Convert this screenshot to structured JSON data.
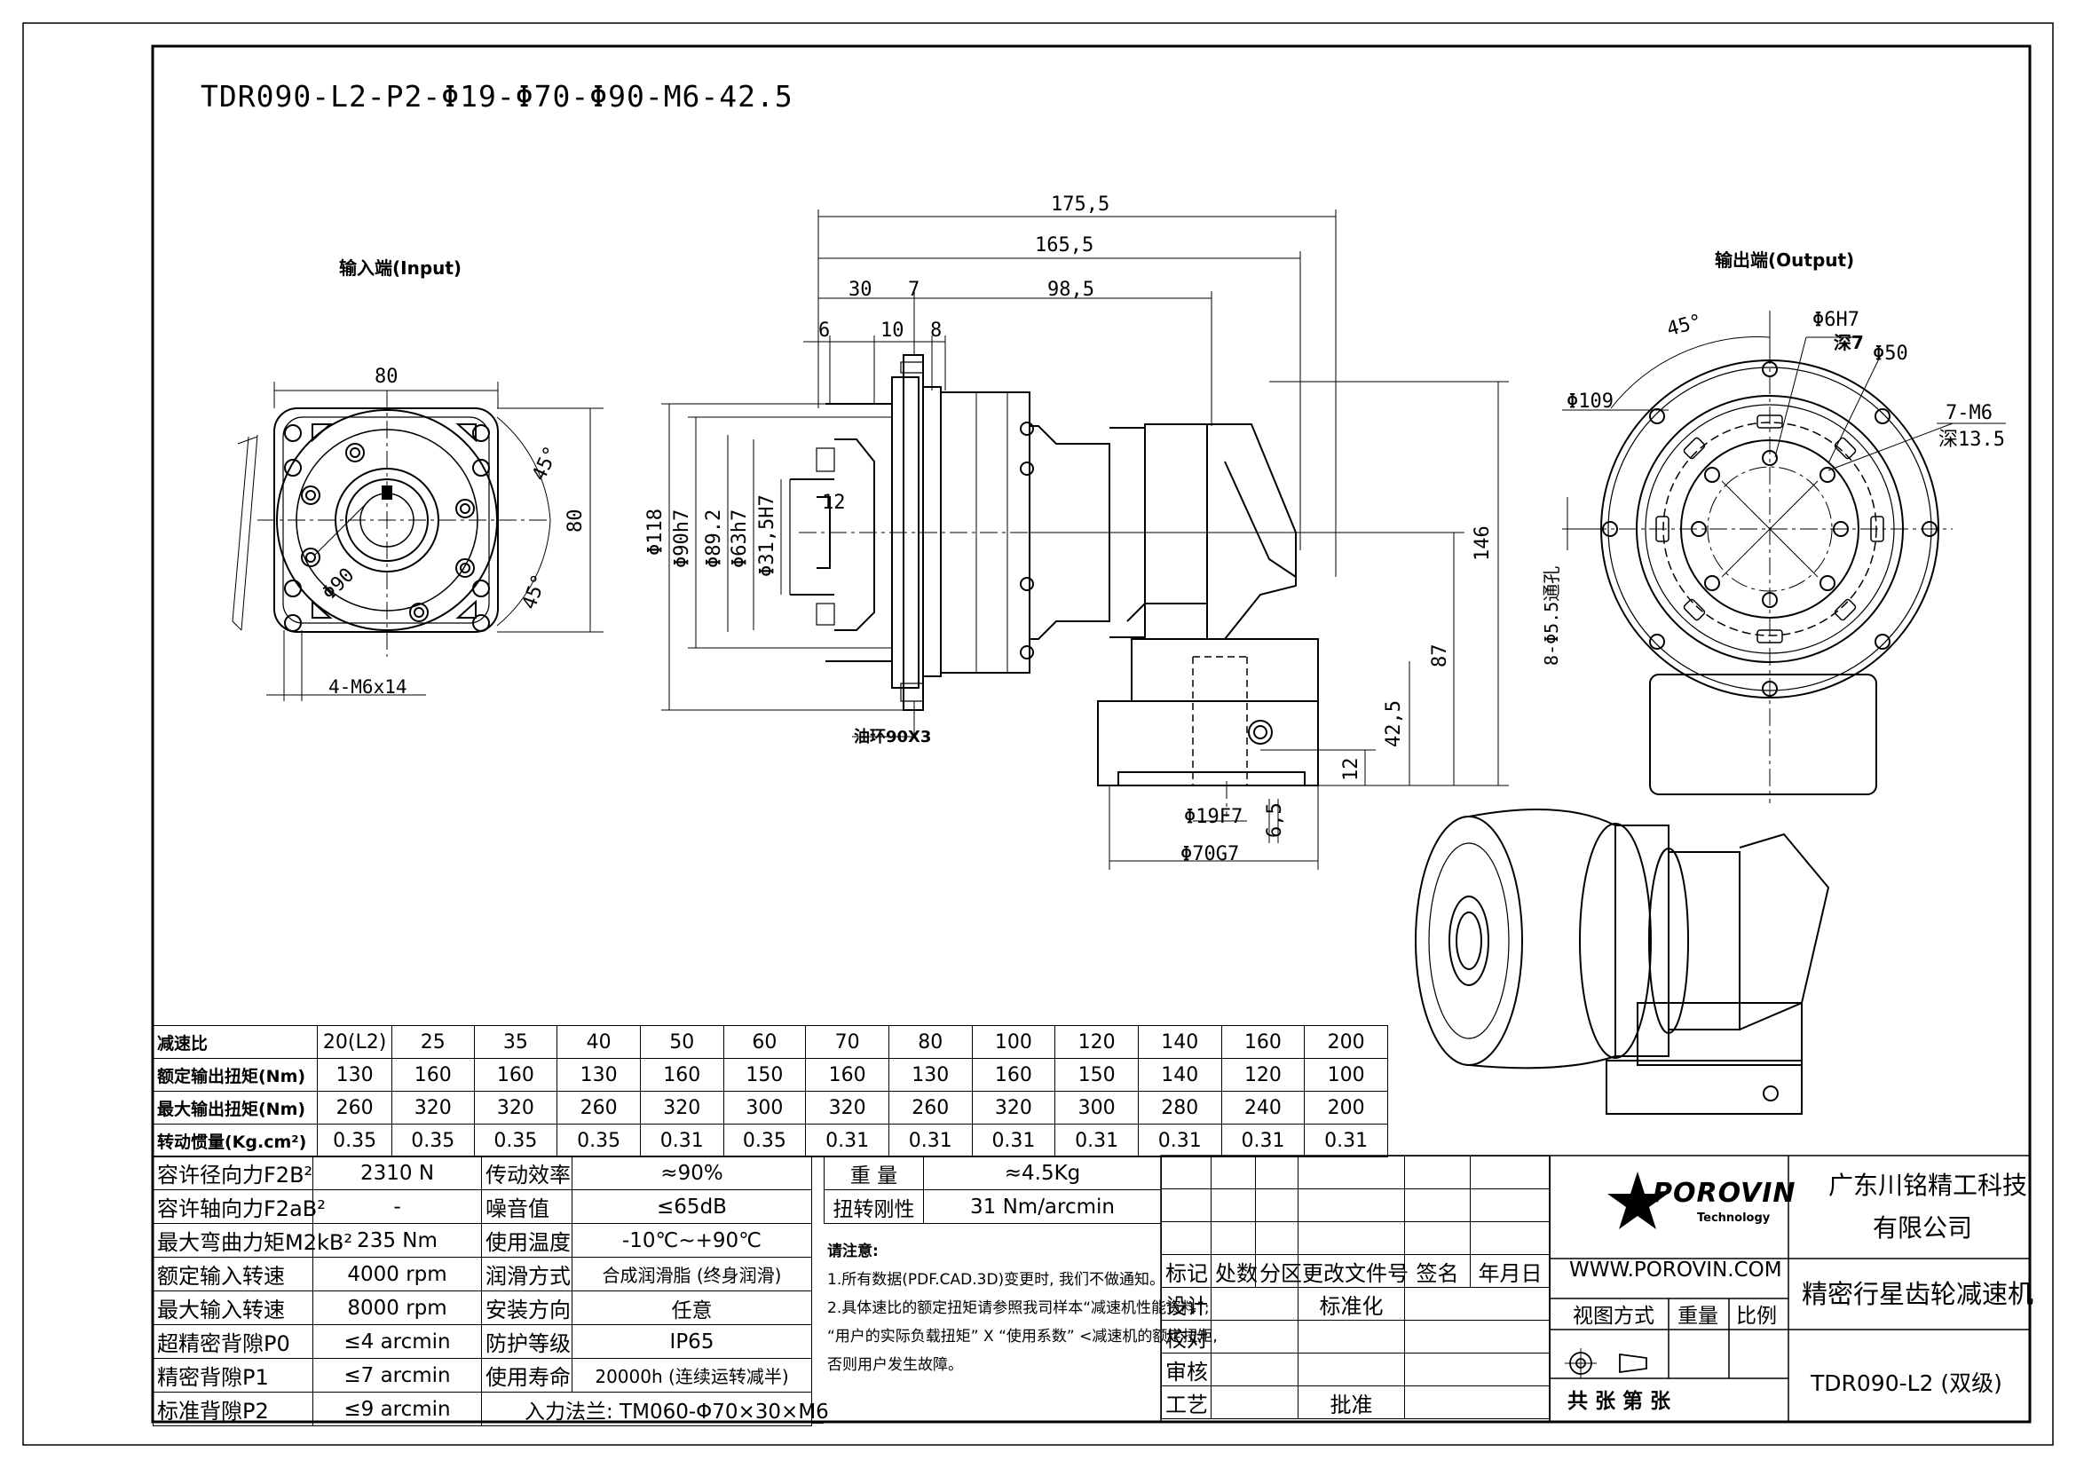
{
  "title": "TDR090-L2-P2-Φ19-Φ70-Φ90-M6-42.5",
  "views": {
    "input_label": "输入端(Input)",
    "output_label": "输出端(Output)"
  },
  "input_view": {
    "dim_width": "80",
    "dim_height": "80",
    "dim_pcd": "Φ90",
    "angle_top": "45°",
    "angle_bottom": "45°",
    "thread": "4-M6x14"
  },
  "side_view": {
    "dim_175": "175,5",
    "dim_165": "165,5",
    "dim_30": "30",
    "dim_7": "7",
    "dim_98": "98,5",
    "dim_6": "6",
    "dim_10": "10",
    "dim_8": "8",
    "dim_d118": "Φ118",
    "dim_d90h7": "Φ90h7",
    "dim_d892": "Φ89.2",
    "dim_d63h7": "Φ63h7",
    "dim_d315h7": "Φ31,5H7",
    "dim_12a": "12",
    "dim_146": "146",
    "dim_87": "87",
    "dim_425": "42,5",
    "dim_12b": "12",
    "dim_65": "6,5",
    "dim_d19f7": "Φ19F7",
    "dim_d70g7": "Φ70G7",
    "oil_ring": "油环90X3"
  },
  "output_view": {
    "angle": "45°",
    "d6h7": "Φ6H7",
    "depth7": "深7",
    "d50": "Φ50",
    "d109": "Φ109",
    "m6": "7-M6",
    "depth135": "深13.5",
    "holes": "8-Φ5.5通孔"
  },
  "ratio_table": {
    "headers": [
      "减速比",
      "20(L2)",
      "25",
      "35",
      "40",
      "50",
      "60",
      "70",
      "80",
      "100",
      "120",
      "140",
      "160",
      "200"
    ],
    "rows": [
      {
        "label": "额定输出扭矩(Nm)",
        "values": [
          "130",
          "160",
          "160",
          "130",
          "160",
          "150",
          "160",
          "130",
          "160",
          "150",
          "140",
          "120",
          "100"
        ]
      },
      {
        "label": "最大输出扭矩(Nm)",
        "values": [
          "260",
          "320",
          "320",
          "260",
          "320",
          "300",
          "320",
          "260",
          "320",
          "300",
          "280",
          "240",
          "200"
        ]
      },
      {
        "label": "转动惯量(Kg.cm²)",
        "values": [
          "0.35",
          "0.35",
          "0.35",
          "0.35",
          "0.31",
          "0.35",
          "0.31",
          "0.31",
          "0.31",
          "0.31",
          "0.31",
          "0.31",
          "0.31"
        ]
      }
    ]
  },
  "props_left": [
    {
      "label": "容许径向力F2B²",
      "value": "2310 N"
    },
    {
      "label": "容许轴向力F2aB²",
      "value": "-"
    },
    {
      "label": "最大弯曲力矩M2kB²",
      "value": "235 Nm"
    },
    {
      "label": "额定输入转速",
      "value": "4000 rpm"
    },
    {
      "label": "最大输入转速",
      "value": "8000 rpm"
    },
    {
      "label": "超精密背隙P0",
      "value": "≤4 arcmin"
    },
    {
      "label": "精密背隙P1",
      "value": "≤7 arcmin"
    },
    {
      "label": "标准背隙P2",
      "value": "≤9 arcmin"
    }
  ],
  "props_mid": [
    {
      "label": "传动效率",
      "value": "≈90%"
    },
    {
      "label": "噪音值",
      "value": "≤65dB"
    },
    {
      "label": "使用温度",
      "value": "-10℃~+90℃"
    },
    {
      "label": "润滑方式",
      "value": "合成润滑脂 (终身润滑)"
    },
    {
      "label": "安装方向",
      "value": "任意"
    },
    {
      "label": "防护等级",
      "value": "IP65"
    },
    {
      "label": "使用寿命",
      "value": "20000h (连续运转减半)"
    }
  ],
  "flange_note": "入力法兰: TM060-Φ70×30×M6",
  "weight": {
    "label": "重 量",
    "value": "≈4.5Kg"
  },
  "stiffness": {
    "label": "扭转刚性",
    "value": "31 Nm/arcmin"
  },
  "notes": {
    "heading": "请注意:",
    "line1": "1.所有数据(PDF.CAD.3D)变更时, 我们不做通知。",
    "line2": "2.具体速比的额定扭矩请参照我司样本“减速机性能资料”;",
    "line3": "“用户的实际负载扭矩” X “使用系数” <减速机的额定扭矩,",
    "line4": "否则用户发生故障。"
  },
  "revision": {
    "headers": [
      "标记",
      "处数",
      "分区",
      "更改文件号",
      "签名",
      "年月日"
    ],
    "design": "设计",
    "standard": "标准化",
    "check": "校对",
    "review": "审核",
    "process": "工艺",
    "approve": "批准"
  },
  "company": {
    "logo": "POROVIN",
    "logo_sub": "Technology",
    "website": "WWW.POROVIN.COM",
    "name_line1": "广东川铭精工科技",
    "name_line2": "有限公司",
    "product": "精密行星齿轮减速机",
    "view_method": "视图方式",
    "weight_label": "重量",
    "scale_label": "比例",
    "model": "TDR090-L2 (双级)",
    "sheets": "共   张 第   张"
  }
}
